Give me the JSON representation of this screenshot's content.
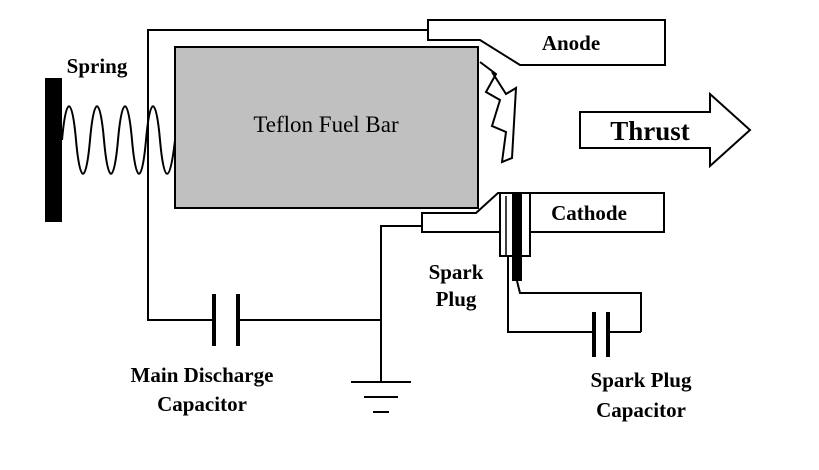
{
  "labels": {
    "spring": "Spring",
    "fuel_bar": "Teflon Fuel Bar",
    "anode": "Anode",
    "thrust": "Thrust",
    "cathode": "Cathode",
    "spark_plug_line1": "Spark",
    "spark_plug_line2": "Plug",
    "main_cap_line1": "Main Discharge",
    "main_cap_line2": "Capacitor",
    "spark_cap_line1": "Spark Plug",
    "spark_cap_line2": "Capacitor"
  },
  "colors": {
    "fuel_bar_fill": "#c0c0c0",
    "line": "#000000",
    "background": "#ffffff"
  }
}
